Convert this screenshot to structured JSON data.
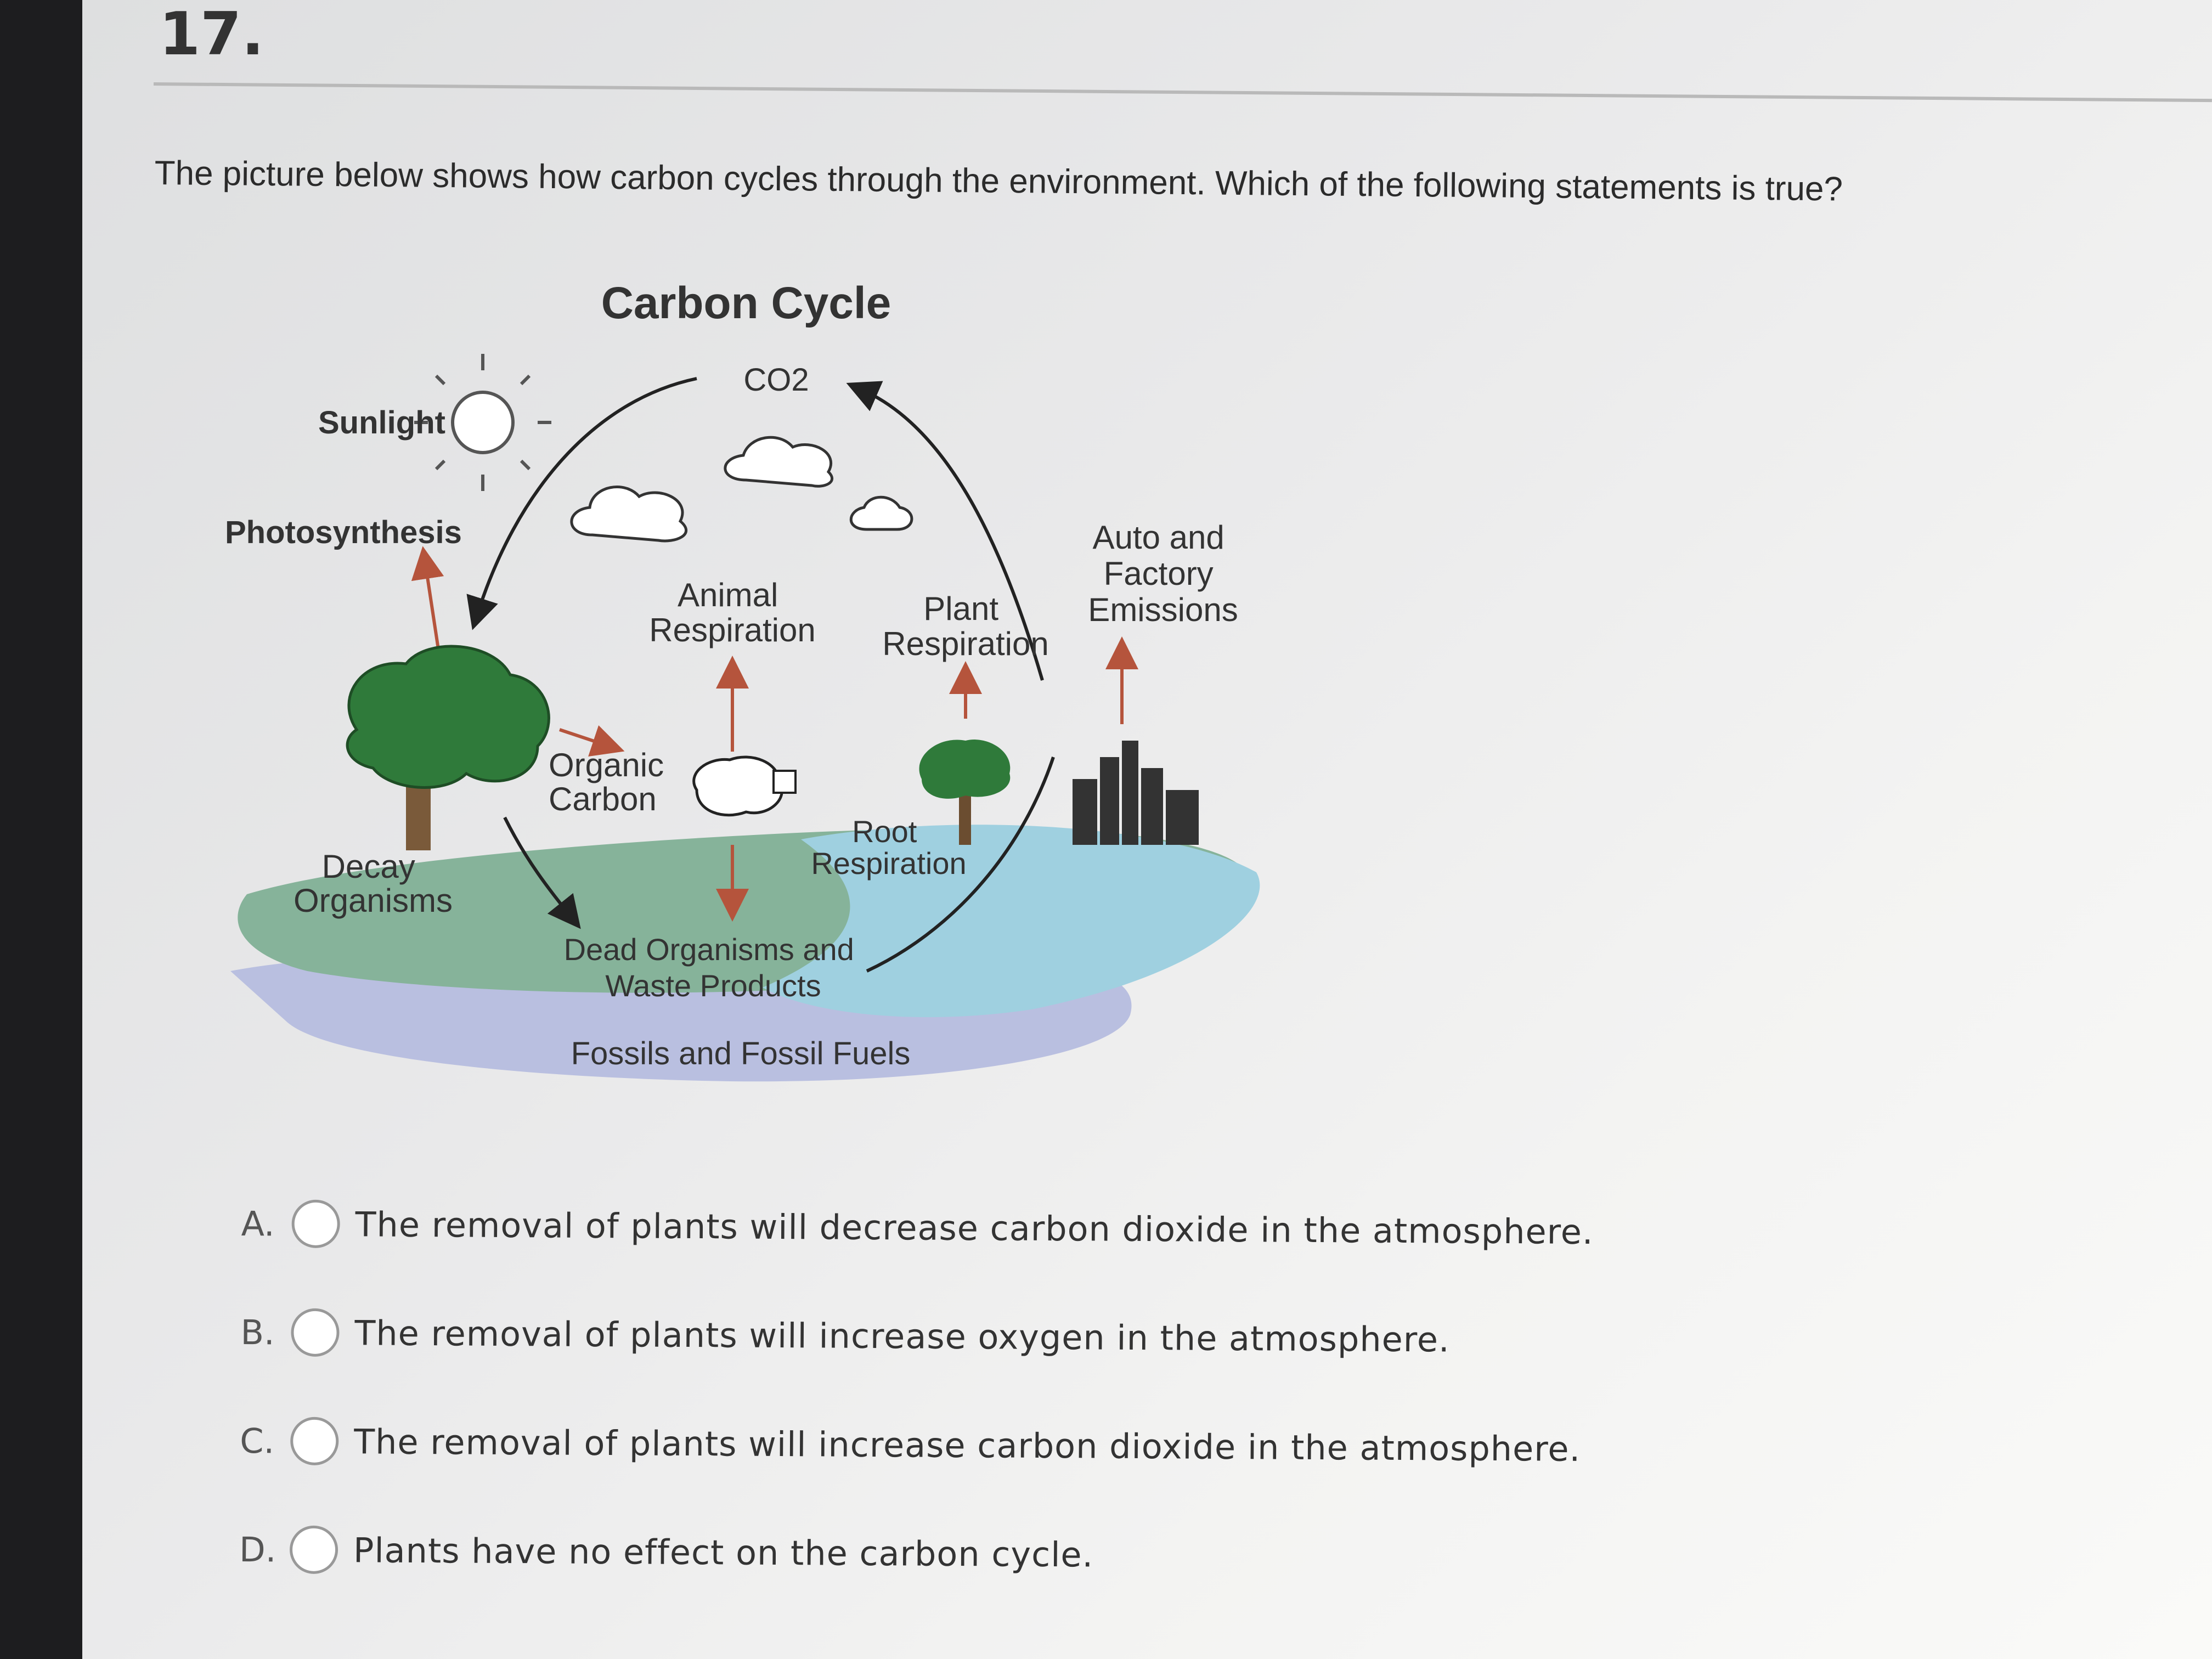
{
  "question": {
    "number": "17.",
    "prompt": "The picture below shows how carbon cycles through the environment. Which of the following statements is true?"
  },
  "diagram": {
    "title": "Carbon Cycle",
    "labels": {
      "co2": "CO2",
      "sunlight": "Sunlight",
      "photosynthesis": "Photosynthesis",
      "animal_respiration": [
        "Animal",
        "Respiration"
      ],
      "plant_respiration": [
        "Plant",
        "Respiration"
      ],
      "auto_emissions": [
        "Auto and",
        "Factory",
        "Emissions"
      ],
      "organic_carbon": [
        "Organic",
        "Carbon"
      ],
      "root_respiration": [
        "Root",
        "Respiration"
      ],
      "decay_organisms": [
        "Decay",
        "Organisms"
      ],
      "dead_organisms": [
        "Dead Organisms and",
        "Waste Products"
      ],
      "fossils": "Fossils and Fossil Fuels"
    },
    "colors": {
      "arrow_red": "#b5543c",
      "ground_green": "#86b39a",
      "water_blue": "#9fd0e0",
      "fossil_lavender": "#b9bfe0",
      "tree_green": "#2f7a3a"
    }
  },
  "choices": [
    {
      "letter": "A.",
      "text": "The removal of plants will decrease carbon dioxide in the atmosphere."
    },
    {
      "letter": "B.",
      "text": "The removal of plants will increase oxygen in the atmosphere."
    },
    {
      "letter": "C.",
      "text": "The removal of plants will increase carbon dioxide in the atmosphere."
    },
    {
      "letter": "D.",
      "text": "Plants have no effect on the carbon cycle."
    }
  ]
}
